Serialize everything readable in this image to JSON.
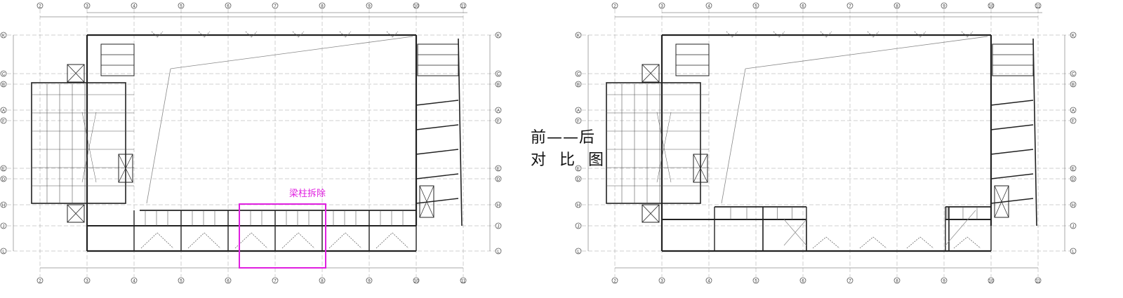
{
  "caption": {
    "line1": "前——后",
    "line2": "对 比 图"
  },
  "removal": {
    "label": "梁柱拆除"
  },
  "grid": {
    "cols": [
      "2",
      "3",
      "4",
      "5",
      "6",
      "7",
      "8",
      "9",
      "10",
      "11"
    ],
    "rows": [
      "K",
      "C",
      "B",
      "A",
      "F",
      "E",
      "D",
      "H",
      "J",
      "L"
    ]
  },
  "colors": {
    "line": "#222222",
    "thin": "#555555",
    "highlight": "#e020e0",
    "axis": "#888888"
  }
}
